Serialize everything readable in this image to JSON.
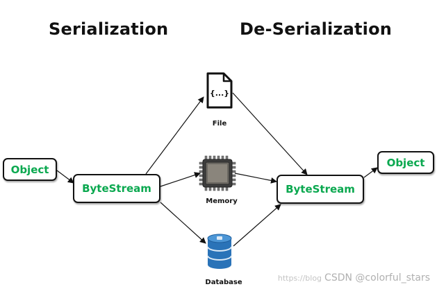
{
  "titles": {
    "serialization": "Serialization",
    "deserialization": "De-Serialization"
  },
  "nodes": {
    "object_left": "Object",
    "bytestream_left": "ByteStream",
    "bytestream_right": "ByteStream",
    "object_right": "Object"
  },
  "storage": {
    "file": "File",
    "memory": "Memory",
    "database": "Database"
  },
  "icons": {
    "file": "file-code-icon",
    "memory": "memory-chip-icon",
    "database": "database-icon"
  },
  "file_icon_text": "{...}",
  "colors": {
    "node_text": "#0aa84f",
    "stroke": "#111111",
    "database_blue": "#2a73b8"
  },
  "watermark": {
    "url": "https://blog",
    "handle": "CSDN @colorful_stars"
  }
}
